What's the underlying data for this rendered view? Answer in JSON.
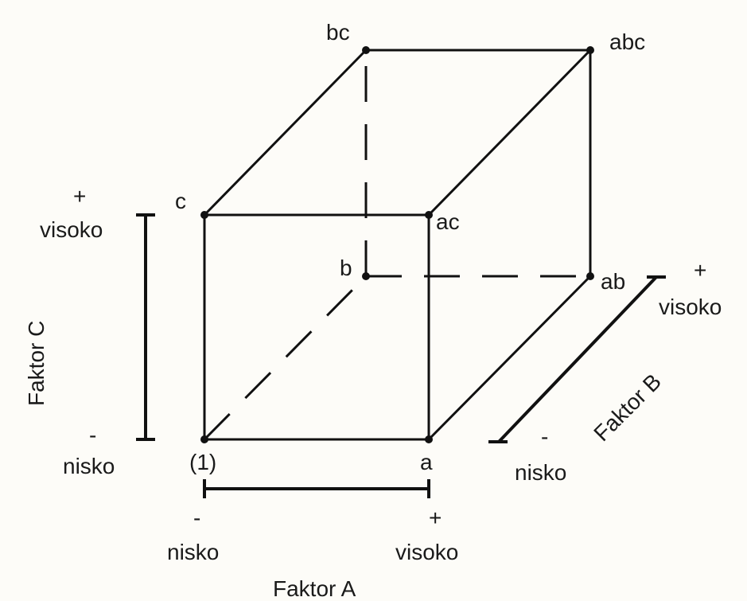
{
  "vertices": {
    "v1": "(1)",
    "a": "a",
    "b": "b",
    "ab": "ab",
    "c": "c",
    "ac": "ac",
    "bc": "bc",
    "abc": "abc"
  },
  "factor_a": {
    "name": "Faktor A",
    "low_sign": "-",
    "low_label": "nisko",
    "high_sign": "+",
    "high_label": "visoko"
  },
  "factor_b": {
    "name": "Faktor B",
    "low_sign": "-",
    "low_label": "nisko",
    "high_sign": "+",
    "high_label": "visoko"
  },
  "factor_c": {
    "name": "Faktor C",
    "low_sign": "-",
    "low_label": "nisko",
    "high_sign": "+",
    "high_label": "visoko"
  }
}
